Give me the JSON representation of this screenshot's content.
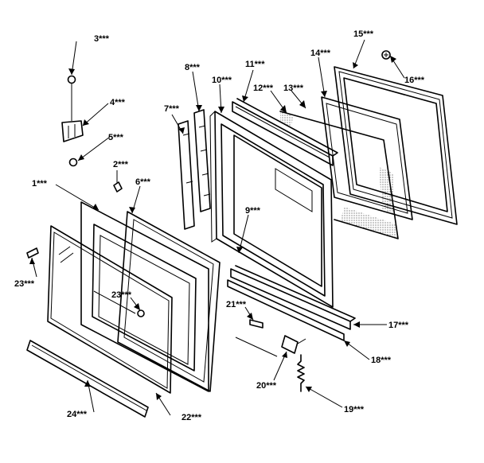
{
  "callouts": [
    {
      "id": "c3",
      "text": "3***"
    },
    {
      "id": "c4",
      "text": "4***"
    },
    {
      "id": "c5",
      "text": "5***"
    },
    {
      "id": "c2",
      "text": "2***"
    },
    {
      "id": "c1",
      "text": "1***"
    },
    {
      "id": "c6",
      "text": "6***"
    },
    {
      "id": "c7",
      "text": "7***"
    },
    {
      "id": "c8",
      "text": "8***"
    },
    {
      "id": "c10",
      "text": "10***"
    },
    {
      "id": "c11",
      "text": "11***"
    },
    {
      "id": "c12",
      "text": "12***"
    },
    {
      "id": "c13",
      "text": "13***"
    },
    {
      "id": "c14",
      "text": "14***"
    },
    {
      "id": "c15",
      "text": "15***"
    },
    {
      "id": "c16",
      "text": "16***"
    },
    {
      "id": "c9",
      "text": "9***"
    },
    {
      "id": "c23a",
      "text": "23***"
    },
    {
      "id": "c23b",
      "text": "23***"
    },
    {
      "id": "c21",
      "text": "21***"
    },
    {
      "id": "c17",
      "text": "17***"
    },
    {
      "id": "c18",
      "text": "18***"
    },
    {
      "id": "c20",
      "text": "20***"
    },
    {
      "id": "c19",
      "text": "19***"
    },
    {
      "id": "c22",
      "text": "22***"
    },
    {
      "id": "c24",
      "text": "24***"
    }
  ]
}
